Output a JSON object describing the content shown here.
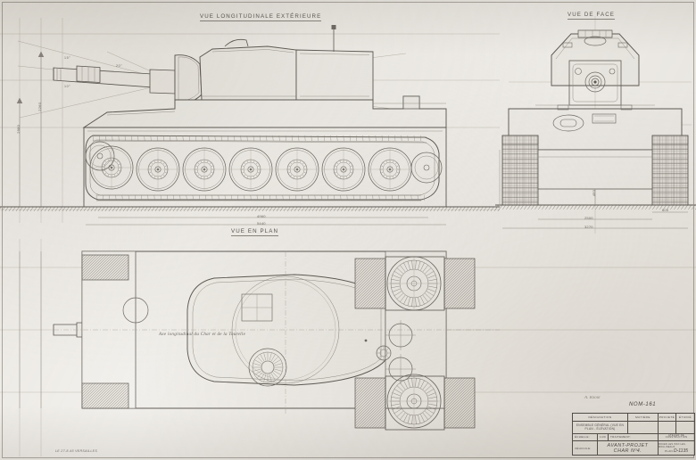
{
  "sheet": {
    "drawing_no_top_right": "NOM-161",
    "date_note": "LE 27-8-45  VERSAILLES"
  },
  "views": {
    "side": {
      "title": "VUE LONGITUDINALE EXTÉRIEURE"
    },
    "front": {
      "title": "VUE DE FACE"
    },
    "plan": {
      "title": "VUE EN PLAN"
    }
  },
  "annotations": {
    "axis_note": "Axe longitudinal du Char et de la Tourelle",
    "angle_up": "15°",
    "angle_down": "10°",
    "angle_side": "20°"
  },
  "dimensions": {
    "side_height_total": "2980",
    "side_height_hull": "2260",
    "side_length_track": "4960",
    "side_length_overall": "5440",
    "front_width_inner": "2500",
    "front_width_overall": "3270",
    "front_track_width": "600",
    "front_ground_clearance": "450",
    "plan_width": "3270"
  },
  "titleblock": {
    "col_designation": "DÉSIGNATION",
    "col_matiere": "MATIÈRE",
    "col_projet": "PROJETÉ",
    "col_etudie": "ÉTUDIÉ",
    "designation_value": "ENSEMBLE GÉNÉRAL (VUE EN PLAN - ÉLÉVATION)",
    "echelle_label": "ÉCHELLE:",
    "echelle_value": "1/20",
    "traitement_label": "TRAITEMENT:",
    "vehicule_label": "VÉHICULE:",
    "project_line1": "AVANT-PROJET",
    "project_line2": "CHAR Nº4.",
    "atelier_line1": "ATELIER  DE",
    "atelier_line2": "CONSTRUCTION",
    "atelier_line3": "ROUEN LES ISSY-LES-MOULINEAUX",
    "plan_label": "PLAN",
    "plan_value": "D-1135",
    "signature": "A. Raoul"
  }
}
